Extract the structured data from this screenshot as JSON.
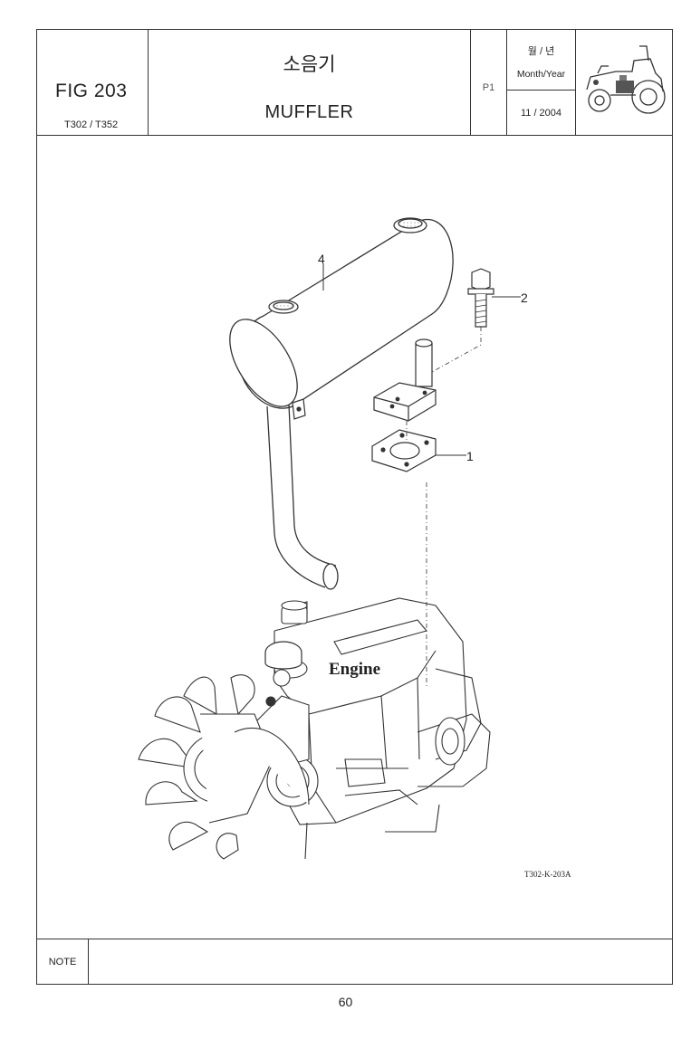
{
  "header": {
    "fig": "FIG 203",
    "model": "T302 / T352",
    "title_kr": "소음기",
    "title_en": "MUFFLER",
    "page_code": "P1",
    "month_year_kr": "월 / 년",
    "month_year_en": "Month/Year",
    "date": "11 / 2004"
  },
  "drawing": {
    "callouts": [
      "4",
      "2",
      "1"
    ],
    "engine_label": "Engine",
    "drawing_code": "T302-K-203A"
  },
  "note": {
    "label": "NOTE"
  },
  "footer": {
    "page": "60"
  }
}
